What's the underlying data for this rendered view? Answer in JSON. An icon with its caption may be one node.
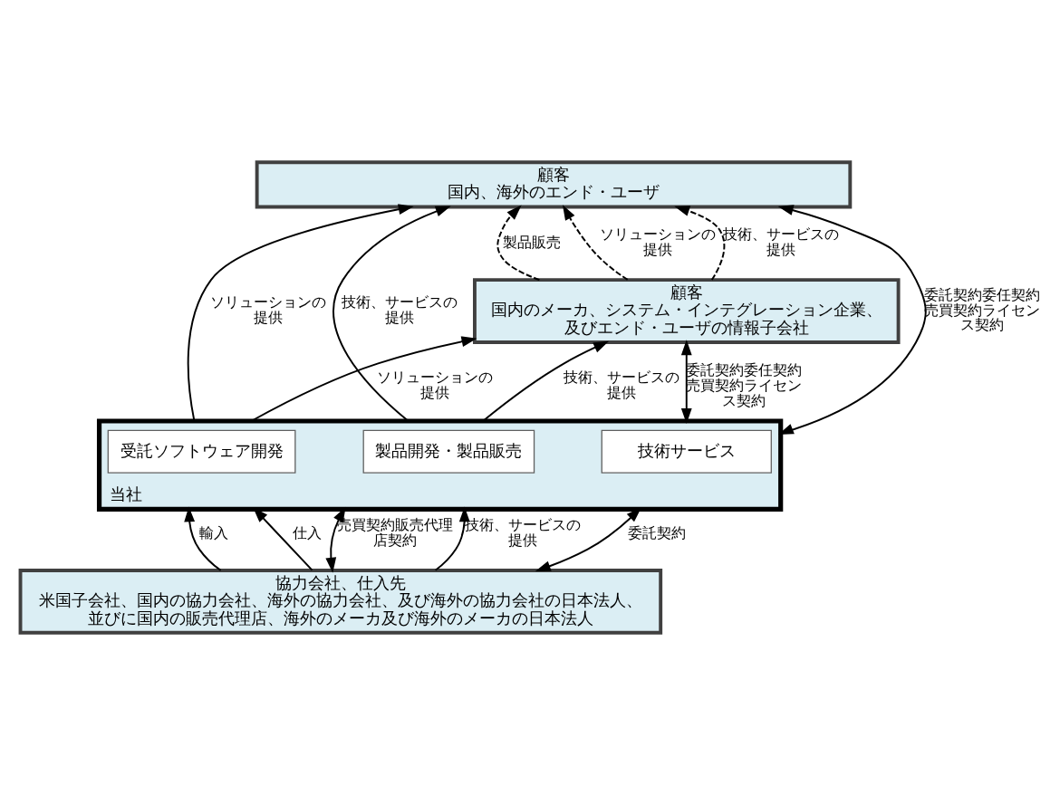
{
  "diagram": {
    "nodes": [
      {
        "text": [
          "顧客",
          "国内、海外のエンド・ユーザ"
        ]
      },
      {
        "text": [
          "顧客",
          "国内のメーカ、システム・インテグレーション企業、及びエンド・ユーザの情報子会社"
        ]
      },
      {
        "text": [
          "当社"
        ]
      },
      {
        "text": [
          "受託ソフトウェア開発"
        ],
        "in": 2
      },
      {
        "text": [
          "製品開発・製品販売"
        ],
        "in": 2
      },
      {
        "text": [
          "技術サービス"
        ],
        "in": 2
      },
      {
        "text": [
          "協力会社、仕入先",
          "米国子会社、国内の協力会社、海外の協力会社、及び海外の協力会社の日本法人、並びに国内の販売代理店、海外のメーカ及び海外のメーカの日本法人"
        ]
      }
    ],
    "edges": [
      {
        "from": 1,
        "to": 0,
        "arrow": "to",
        "label": "製品販売",
        "style": "dashed"
      },
      {
        "from": 1,
        "to": 0,
        "arrow": "to",
        "label": "ソリューションの提供",
        "style": "dashed"
      },
      {
        "from": 1,
        "to": 0,
        "arrow": "to",
        "label": "技術、サービスの提供",
        "style": "dashed"
      },
      {
        "from": 2,
        "to": 0,
        "arrow": "to",
        "label": "ソリューションの提供"
      },
      {
        "from": 2,
        "to": 0,
        "arrow": "to",
        "label": "技術、サービスの提供"
      },
      {
        "from": 2,
        "to": 0,
        "arrow": "both",
        "label": "委託契約委任契約売買契約ライセンス契約"
      },
      {
        "from": 2,
        "to": 1,
        "arrow": "to",
        "label": "ソリューションの提供"
      },
      {
        "from": 2,
        "to": 1,
        "arrow": "to",
        "label": "技術、サービスの提供"
      },
      {
        "from": 2,
        "to": 1,
        "arrow": "both",
        "label": "委託契約委任契約売買契約ライセンス契約"
      },
      {
        "from": 6,
        "to": 2,
        "arrow": "to",
        "label": "輸入"
      },
      {
        "from": 6,
        "to": 2,
        "arrow": "to",
        "label": "仕入"
      },
      {
        "from": 6,
        "to": 2,
        "arrow": "both",
        "label": "売買契約販売代理店契約"
      },
      {
        "from": 6,
        "to": 2,
        "arrow": "to",
        "label": "技術、サービスの提供"
      },
      {
        "from": 6,
        "to": 2,
        "arrow": "both",
        "label": "委託契約"
      }
    ]
  }
}
